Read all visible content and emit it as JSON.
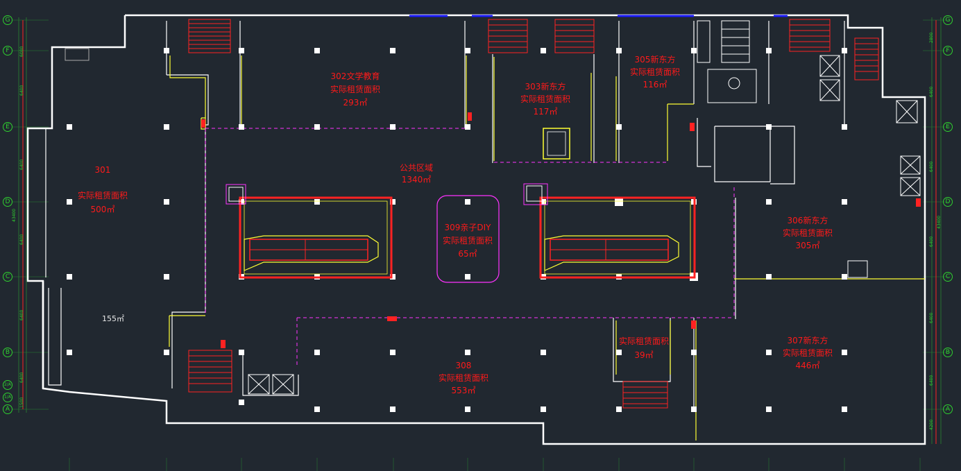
{
  "colors": {
    "background": "#212830",
    "wall": "#ffffff",
    "stair": "#ff2222",
    "escalator_outline": "#ffff33",
    "zone_boundary": "#ff33ff",
    "grid": "#2fd12f",
    "window": "#1a1aff",
    "label": "#ff1a1a"
  },
  "grid_axes": {
    "rows": [
      "G",
      "F",
      "E",
      "D",
      "C",
      "B",
      "2/A",
      "1/A",
      "A"
    ],
    "right_rows": [
      "G",
      "F",
      "E",
      "D",
      "C",
      "B",
      "A"
    ]
  },
  "dimensions": {
    "left": [
      "6400",
      "6400",
      "6400",
      "6400",
      "6400",
      "6000",
      "1500",
      "43400"
    ],
    "right": [
      "2800",
      "6400",
      "6400",
      "6400",
      "6400",
      "6400",
      "4200",
      "43400"
    ]
  },
  "rooms": {
    "r301": {
      "line1": "301",
      "line2": "实际租赁面积",
      "line3": "500㎡"
    },
    "r302": {
      "line1": "302文学教育",
      "line2": "实际租赁面积",
      "line3": "293㎡"
    },
    "r303": {
      "line1": "303新东方",
      "line2": "实际租赁面积",
      "line3": "117㎡"
    },
    "r305": {
      "line1": "305新东方",
      "line2": "实际租赁面积",
      "line3": "116㎡"
    },
    "public": {
      "line1": "公共区域",
      "line2": "1340㎡"
    },
    "r309": {
      "line1": "309亲子DIY",
      "line2": "实际租赁面积",
      "line3": "65㎡"
    },
    "r306": {
      "line1": "306新东方",
      "line2": "实际租赁面积",
      "line3": "305㎡"
    },
    "r307": {
      "line1": "307新东方",
      "line2": "实际租赁面积",
      "line3": "446㎡"
    },
    "r308": {
      "line1": "308",
      "line2": "实际租赁面积",
      "line3": "553㎡"
    },
    "small": {
      "line1": "实际租赁面积",
      "line2": "39㎡"
    },
    "area155": {
      "line1": "155㎡"
    }
  }
}
